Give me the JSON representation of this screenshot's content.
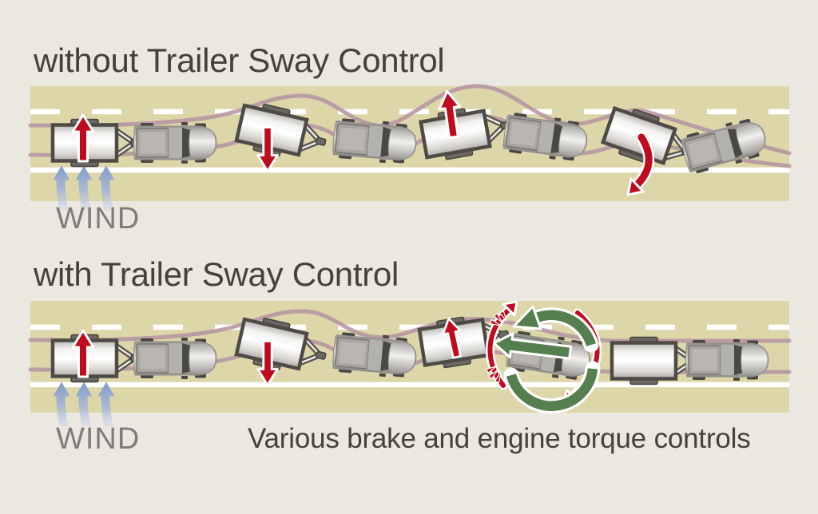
{
  "colors": {
    "background": "#ebe7e1",
    "road": "#ddd6a8",
    "lane-marking": "#ffffff",
    "path-line": "#b493a1",
    "sway-red": "#c00a1e",
    "control-green": "#567f50",
    "wind-blue": "#8fa7d2",
    "title-text": "#454239",
    "wind-text": "#807d78"
  },
  "top_panel": {
    "title": "without Trailer Sway Control",
    "wind_label": "WIND"
  },
  "bottom_panel": {
    "title": "with Trailer Sway Control",
    "wind_label": "WIND",
    "caption": "Various brake and engine torque controls"
  }
}
